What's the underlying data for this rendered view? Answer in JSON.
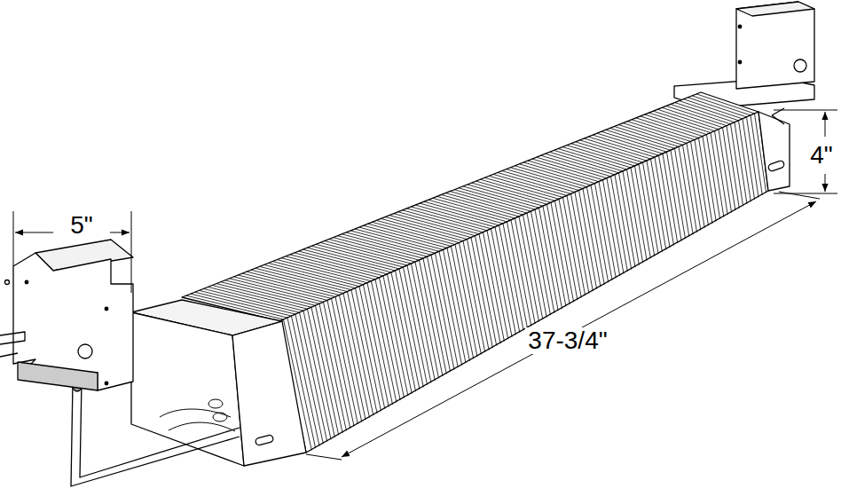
{
  "diagram": {
    "labels": [
      "5\"",
      "4\"",
      "37-3/4\""
    ]
  }
}
